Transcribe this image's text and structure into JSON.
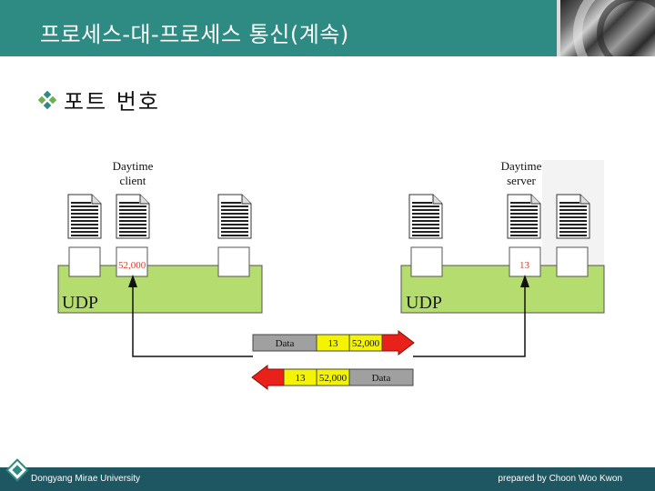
{
  "slide": {
    "title": "프로세스-대-프로세스 통신(계속)",
    "bullet": "포트 번호"
  },
  "diagram": {
    "client_label_1": "Daytime",
    "client_label_2": "client",
    "server_label_1": "Daytime",
    "server_label_2": "server",
    "left_layer": "UDP",
    "right_layer": "UDP",
    "client_port": "52,000",
    "server_port": "13",
    "packet1": {
      "data": "Data",
      "dst": "13",
      "src": "52,000"
    },
    "packet2": {
      "dst": "13",
      "src": "52,000",
      "data": "Data"
    },
    "colors": {
      "layer": "#b5dc6e",
      "port_box": "#f4f400",
      "arrow": "#e8221a",
      "data_box": "#a0a0a0",
      "port_text": "#e03a2a"
    }
  },
  "footer": {
    "left": "Dongyang Mirae University",
    "right": "prepared by Choon Woo Kwon"
  }
}
